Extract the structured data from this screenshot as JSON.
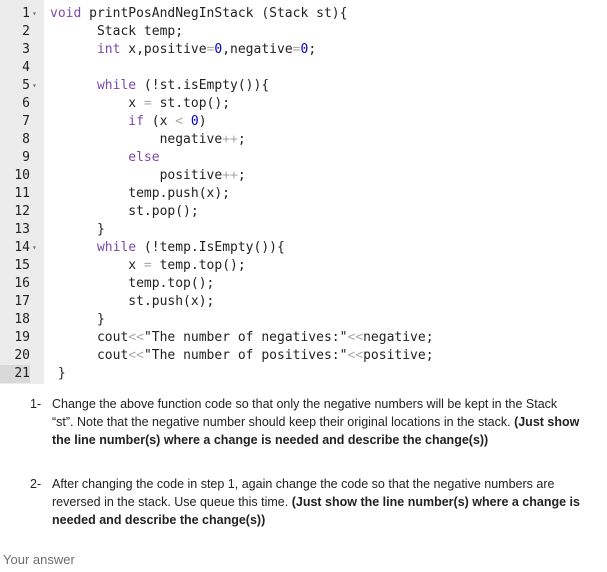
{
  "code": {
    "lines": [
      {
        "n": "1",
        "fold": true,
        "parts": [
          [
            "kw",
            "void"
          ],
          [
            "t",
            " printPosAndNegInStack (Stack st){"
          ]
        ]
      },
      {
        "n": "2",
        "fold": false,
        "parts": [
          [
            "t",
            "      Stack temp;"
          ]
        ]
      },
      {
        "n": "3",
        "fold": false,
        "parts": [
          [
            "t",
            "      "
          ],
          [
            "kw",
            "int"
          ],
          [
            "t",
            " x,positive"
          ],
          [
            "op",
            "="
          ],
          [
            "num",
            "0"
          ],
          [
            "t",
            ",negative"
          ],
          [
            "op",
            "="
          ],
          [
            "num",
            "0"
          ],
          [
            "t",
            ";"
          ]
        ]
      },
      {
        "n": "4",
        "fold": false,
        "parts": [
          [
            "t",
            ""
          ]
        ]
      },
      {
        "n": "5",
        "fold": true,
        "parts": [
          [
            "t",
            "      "
          ],
          [
            "kw",
            "while"
          ],
          [
            "t",
            " (!st.isEmpty()){"
          ]
        ]
      },
      {
        "n": "6",
        "fold": false,
        "parts": [
          [
            "t",
            "          x "
          ],
          [
            "op",
            "="
          ],
          [
            "t",
            " st.top();"
          ]
        ]
      },
      {
        "n": "7",
        "fold": false,
        "parts": [
          [
            "t",
            "          "
          ],
          [
            "kw",
            "if"
          ],
          [
            "t",
            " (x "
          ],
          [
            "op",
            "<"
          ],
          [
            "t",
            " "
          ],
          [
            "num",
            "0"
          ],
          [
            "t",
            ")"
          ]
        ]
      },
      {
        "n": "8",
        "fold": false,
        "parts": [
          [
            "t",
            "              negative"
          ],
          [
            "op",
            "++"
          ],
          [
            "t",
            ";"
          ]
        ]
      },
      {
        "n": "9",
        "fold": false,
        "parts": [
          [
            "t",
            "          "
          ],
          [
            "kw",
            "else"
          ]
        ]
      },
      {
        "n": "10",
        "fold": false,
        "parts": [
          [
            "t",
            "              positive"
          ],
          [
            "op",
            "++"
          ],
          [
            "t",
            ";"
          ]
        ]
      },
      {
        "n": "11",
        "fold": false,
        "parts": [
          [
            "t",
            "          temp.push(x);"
          ]
        ]
      },
      {
        "n": "12",
        "fold": false,
        "parts": [
          [
            "t",
            "          st.pop();"
          ]
        ]
      },
      {
        "n": "13",
        "fold": false,
        "parts": [
          [
            "t",
            "      }"
          ]
        ]
      },
      {
        "n": "14",
        "fold": true,
        "parts": [
          [
            "t",
            "      "
          ],
          [
            "kw",
            "while"
          ],
          [
            "t",
            " (!temp.IsEmpty()){"
          ]
        ]
      },
      {
        "n": "15",
        "fold": false,
        "parts": [
          [
            "t",
            "          x "
          ],
          [
            "op",
            "="
          ],
          [
            "t",
            " temp.top();"
          ]
        ]
      },
      {
        "n": "16",
        "fold": false,
        "parts": [
          [
            "t",
            "          temp.top();"
          ]
        ]
      },
      {
        "n": "17",
        "fold": false,
        "parts": [
          [
            "t",
            "          st.push(x);"
          ]
        ]
      },
      {
        "n": "18",
        "fold": false,
        "parts": [
          [
            "t",
            "      }"
          ]
        ]
      },
      {
        "n": "19",
        "fold": false,
        "parts": [
          [
            "t",
            "      cout"
          ],
          [
            "op",
            "<<"
          ],
          [
            "t",
            "\"The number of negatives:\""
          ],
          [
            "op",
            "<<"
          ],
          [
            "t",
            "negative;"
          ]
        ]
      },
      {
        "n": "20",
        "fold": false,
        "parts": [
          [
            "t",
            "      cout"
          ],
          [
            "op",
            "<<"
          ],
          [
            "t",
            "\"The number of positives:\""
          ],
          [
            "op",
            "<<"
          ],
          [
            "t",
            "positive;"
          ]
        ]
      },
      {
        "n": "21",
        "fold": false,
        "parts": [
          [
            "t",
            " }"
          ]
        ]
      }
    ]
  },
  "questions": [
    {
      "num": "1-",
      "text": "Change the above function code so that only the negative numbers will be kept in the Stack “st”. Note that the negative number should keep their original locations in the stack. ",
      "bold": "(Just show the line number(s) where a change is needed and describe the change(s))"
    },
    {
      "num": "2-",
      "text": "After changing the code in step 1, again change the code so that the negative numbers are reversed in the stack.  Use queue this time. ",
      "bold": "(Just show the line number(s) where a change is needed and describe the change(s))"
    }
  ],
  "answer_placeholder": "Your answer"
}
